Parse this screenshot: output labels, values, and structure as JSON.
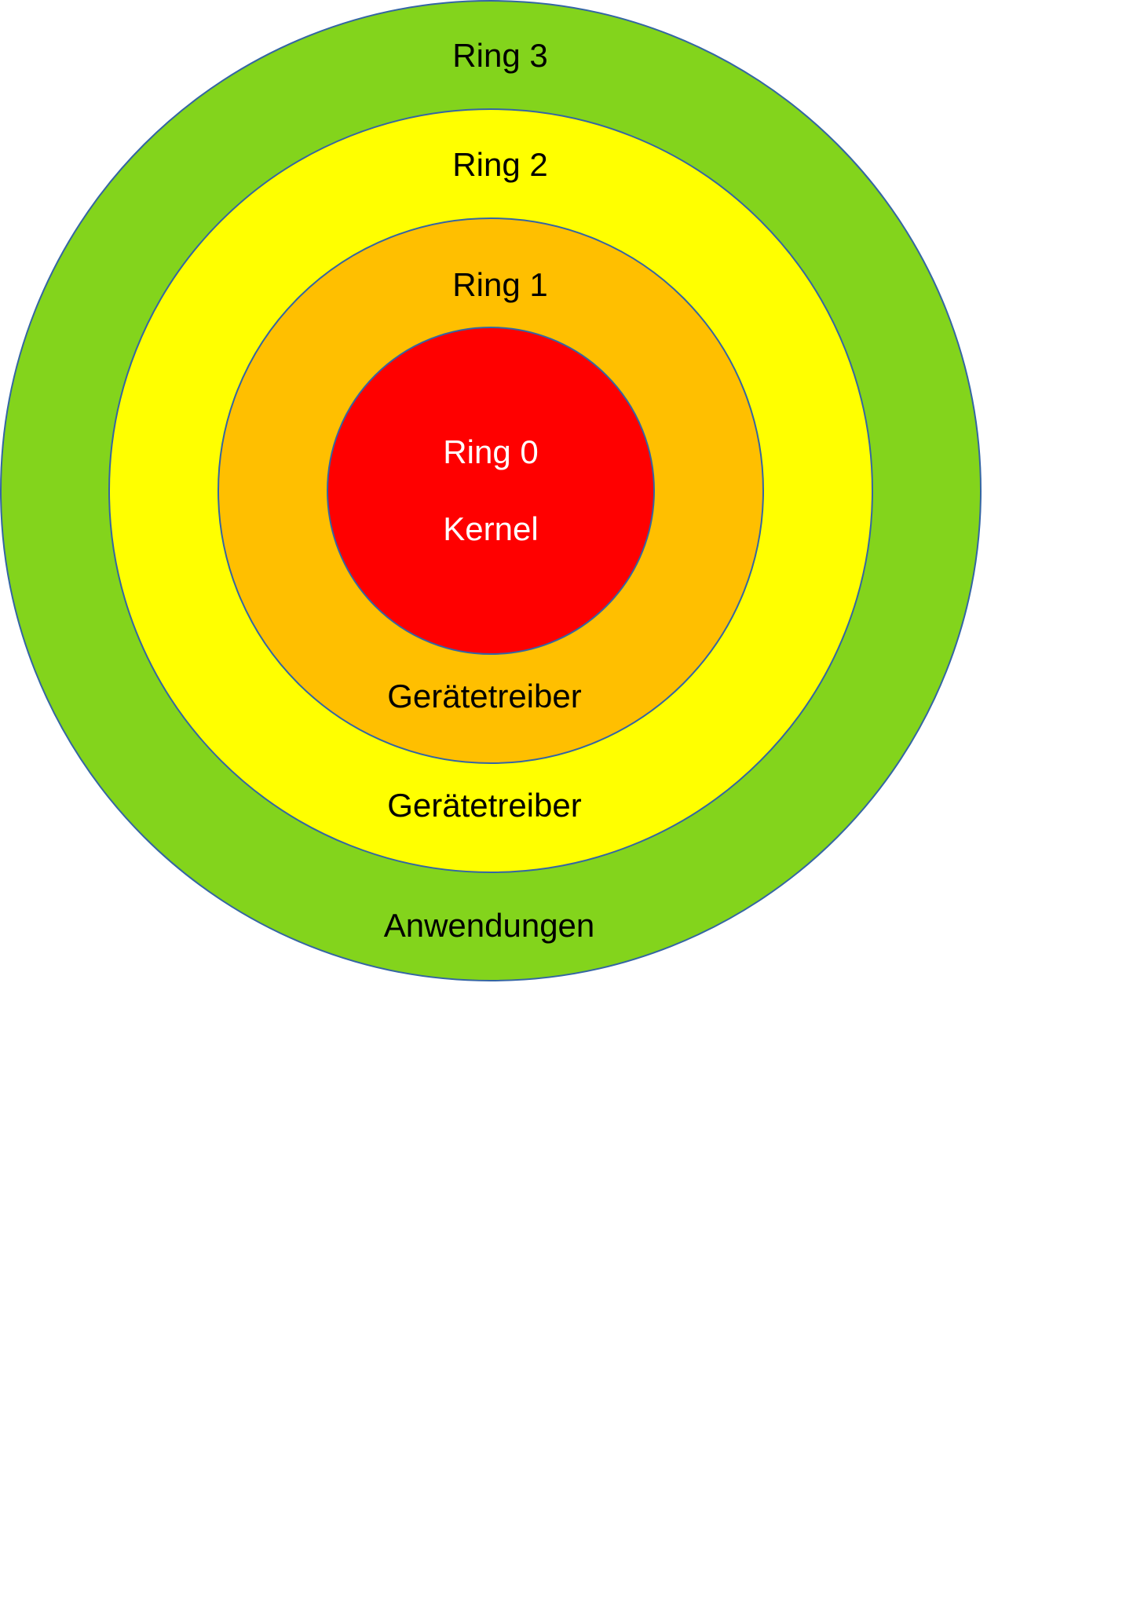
{
  "rings": [
    {
      "name": "ring-3",
      "label": "Ring 3",
      "sublabel": "Anwendungen",
      "fill": "#83d41c"
    },
    {
      "name": "ring-2",
      "label": "Ring 2",
      "sublabel": "Gerätetreiber",
      "fill": "#ffff00"
    },
    {
      "name": "ring-1",
      "label": "Ring 1",
      "sublabel": "Gerätetreiber",
      "fill": "#ffbf00"
    },
    {
      "name": "ring-0",
      "label": "Ring 0",
      "sublabel": "Kernel",
      "fill": "#ff0000"
    }
  ],
  "stroke_color": "#3465a4"
}
